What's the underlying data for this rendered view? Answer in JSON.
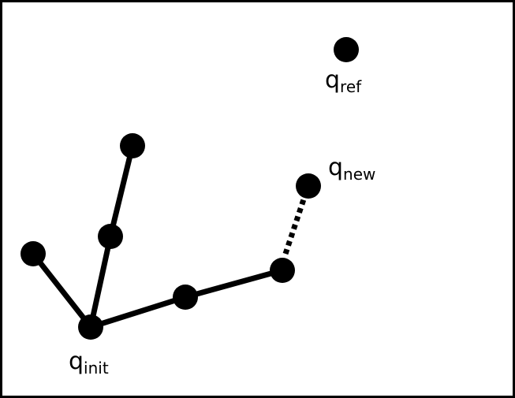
{
  "labels": {
    "q_ref": {
      "base": "q",
      "sub": "ref"
    },
    "q_new": {
      "base": "q",
      "sub": "new"
    },
    "q_init": {
      "base": "q",
      "sub": "init"
    }
  },
  "colors": {
    "ink": "#000000",
    "background": "#ffffff"
  }
}
